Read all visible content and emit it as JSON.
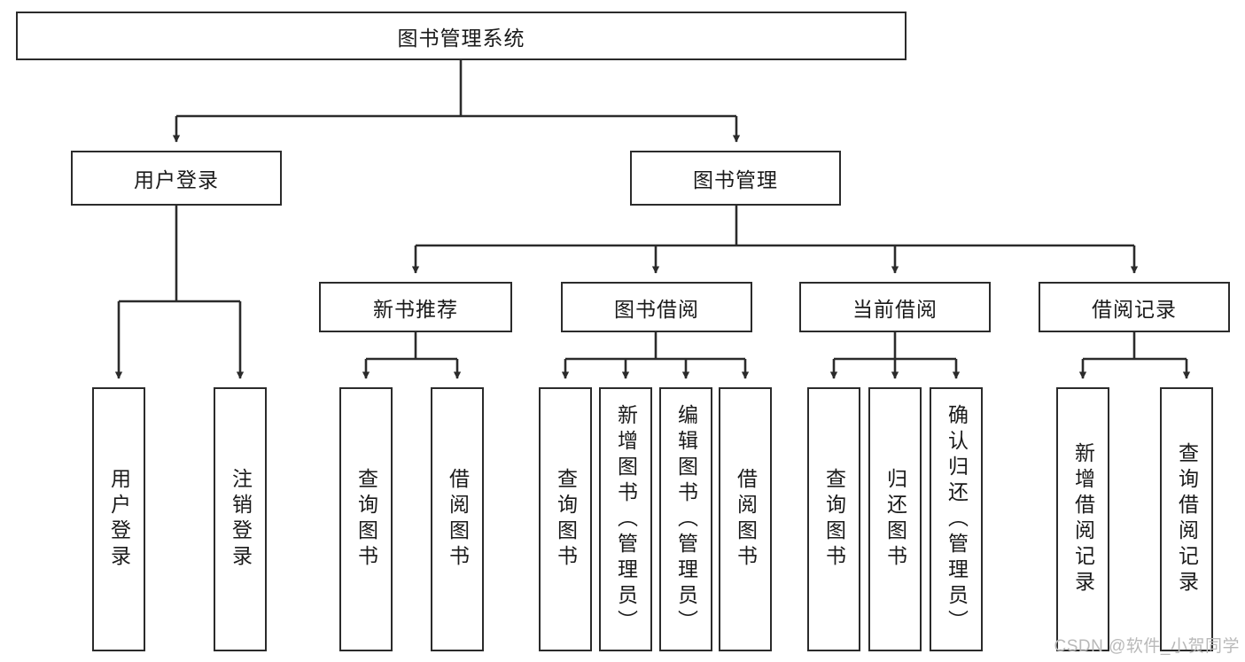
{
  "diagram": {
    "title": "图书管理系统",
    "type": "tree-hierarchy-chart",
    "watermark": "CSDN @软件_小贺同学",
    "colors": {
      "stroke": "#2b2b2b",
      "fill": "#ffffff",
      "text": "#1a1a1a",
      "watermark": "#b9b9b9"
    },
    "root": {
      "label": "图书管理系统"
    },
    "level2": [
      {
        "label": "用户登录"
      },
      {
        "label": "图书管理"
      }
    ],
    "level3": [
      {
        "label": "新书推荐"
      },
      {
        "label": "图书借阅"
      },
      {
        "label": "当前借阅"
      },
      {
        "label": "借阅记录"
      }
    ],
    "leaves": {
      "user_login": [
        {
          "label": "用户登录"
        },
        {
          "label": "注销登录"
        }
      ],
      "new_book": [
        {
          "label": "查询图书"
        },
        {
          "label": "借阅图书"
        }
      ],
      "book_borrow": [
        {
          "label": "查询图书"
        },
        {
          "label": "新增图书（管理员）"
        },
        {
          "label": "编辑图书（管理员）"
        },
        {
          "label": "借阅图书"
        }
      ],
      "current_borrow": [
        {
          "label": "查询图书"
        },
        {
          "label": "归还图书"
        },
        {
          "label": "确认归还（管理员）"
        }
      ],
      "borrow_record": [
        {
          "label": "新增借阅记录"
        },
        {
          "label": "查询借阅记录"
        }
      ]
    }
  }
}
